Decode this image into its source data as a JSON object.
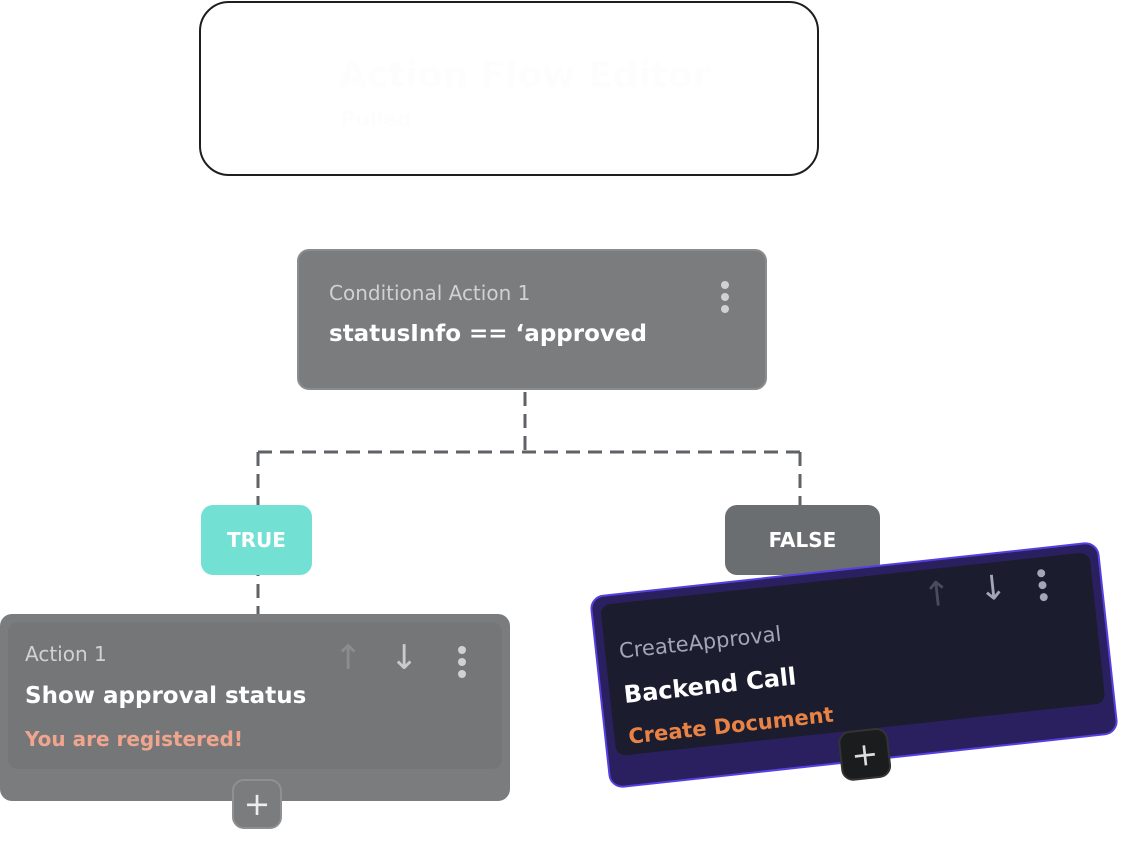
{
  "header": {
    "title": "Action Flow Editor",
    "subtitle": "Pulled"
  },
  "conditional": {
    "label": "Conditional Action 1",
    "expression": "statusInfo == ‘approved"
  },
  "branches": {
    "true_label": "TRUE",
    "false_label": "FALSE"
  },
  "action1": {
    "label": "Action 1",
    "name": "Show approval status",
    "description": "You are registered!"
  },
  "backend": {
    "label": "CreateApproval",
    "name": "Backend Call",
    "description": "Create Document"
  },
  "icons": {
    "move_up": "↑",
    "move_down": "↓",
    "add": "+"
  },
  "colors": {
    "true": "#72e0d2",
    "false": "#6b6e71",
    "selected_border": "#5540e0",
    "desc_orange": "#e98345"
  }
}
